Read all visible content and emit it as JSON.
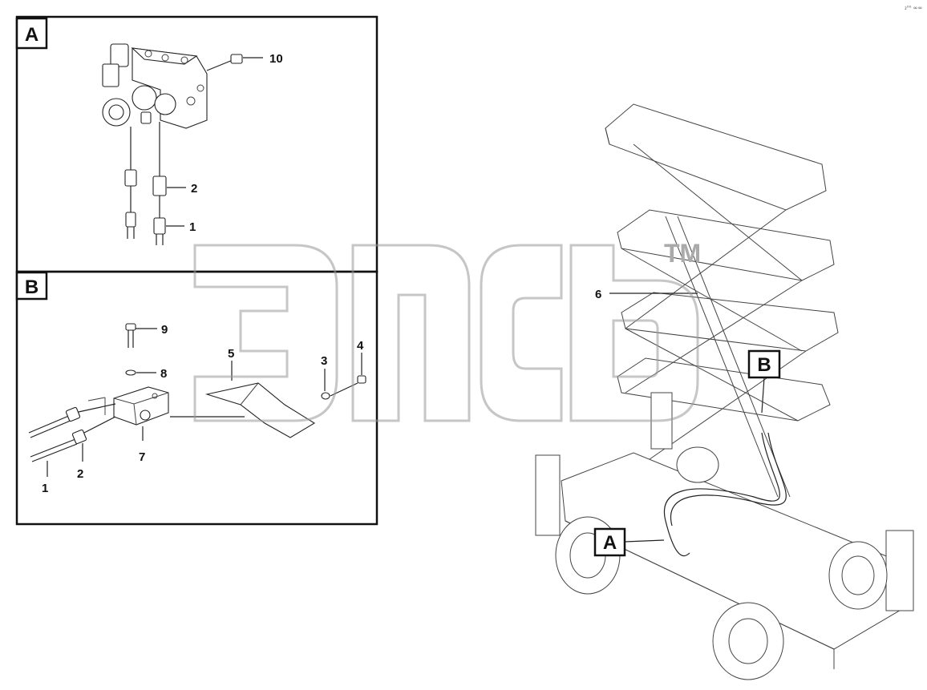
{
  "panel_a": {
    "label": "A"
  },
  "panel_b": {
    "label": "B"
  },
  "callouts": {
    "a_valve_port": "10",
    "a_adapter": "2",
    "a_hose": "1",
    "b_bolt": "9",
    "b_washer": "8",
    "b_valve": "7",
    "b_adapter": "2",
    "b_hose": "1",
    "b_bracket": "5",
    "b_spacer": "3",
    "b_screw": "4",
    "lift_hose": "6"
  },
  "machine_markers": {
    "a": "A",
    "b": "B"
  },
  "watermark": {
    "trademark": "TM"
  },
  "corner_code": "₂⁰⁰ ∞∞"
}
